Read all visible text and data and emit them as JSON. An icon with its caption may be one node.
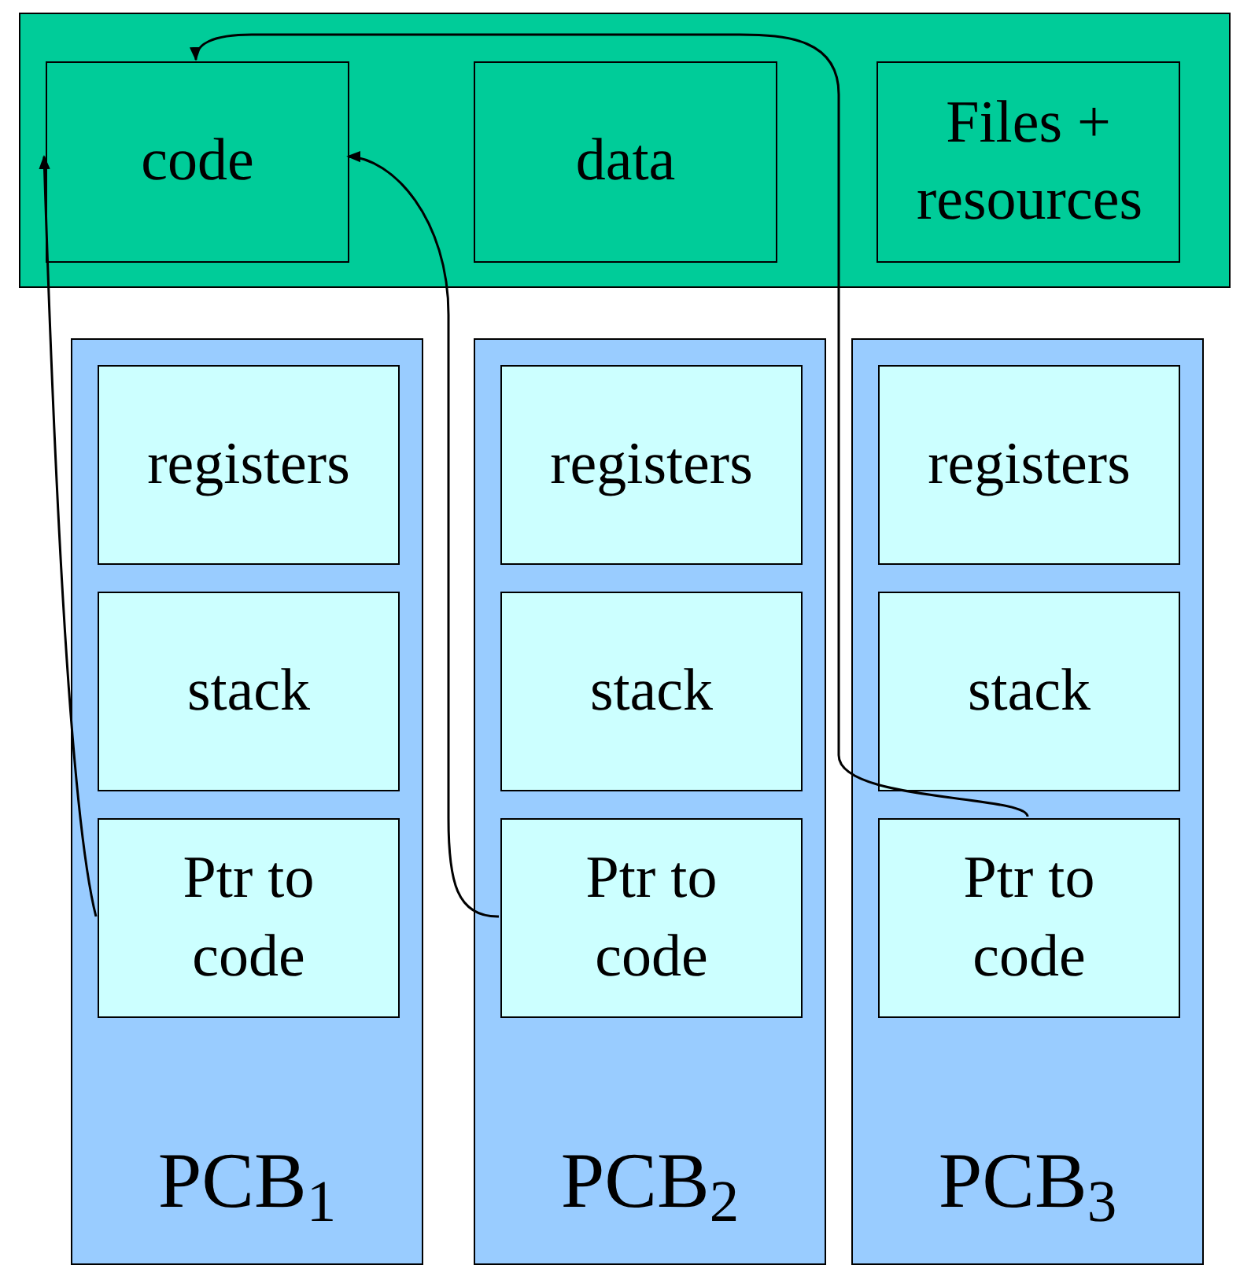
{
  "diagram": {
    "nodes": [
      {
        "text": [],
        "shape": "band"
      },
      {
        "text": [
          "code"
        ],
        "in": 0
      },
      {
        "text": [
          "data"
        ],
        "in": 0
      },
      {
        "text": [
          "Files + resources"
        ],
        "in": 0
      },
      {
        "text": [
          "PCB$_{1}$"
        ]
      },
      {
        "text": [
          "registers"
        ],
        "in": 4
      },
      {
        "text": [
          "stack"
        ],
        "in": 4
      },
      {
        "text": [
          "Ptr to code"
        ],
        "in": 4
      },
      {
        "text": [
          "PCB$_{2}$"
        ]
      },
      {
        "text": [
          "registers"
        ],
        "in": 8
      },
      {
        "text": [
          "stack"
        ],
        "in": 8
      },
      {
        "text": [
          "Ptr to code"
        ],
        "in": 8
      },
      {
        "text": [
          "PCB$_{3}$"
        ]
      },
      {
        "text": [
          "registers"
        ],
        "in": 12
      },
      {
        "text": [
          "stack"
        ],
        "in": 12
      },
      {
        "text": [
          "Ptr to code"
        ],
        "in": 12
      }
    ],
    "edges": [
      {
        "from": 7,
        "to": 1,
        "arrow": "to"
      },
      {
        "from": 11,
        "to": 1,
        "arrow": "to"
      },
      {
        "from": 15,
        "to": 1,
        "arrow": "to"
      }
    ]
  }
}
